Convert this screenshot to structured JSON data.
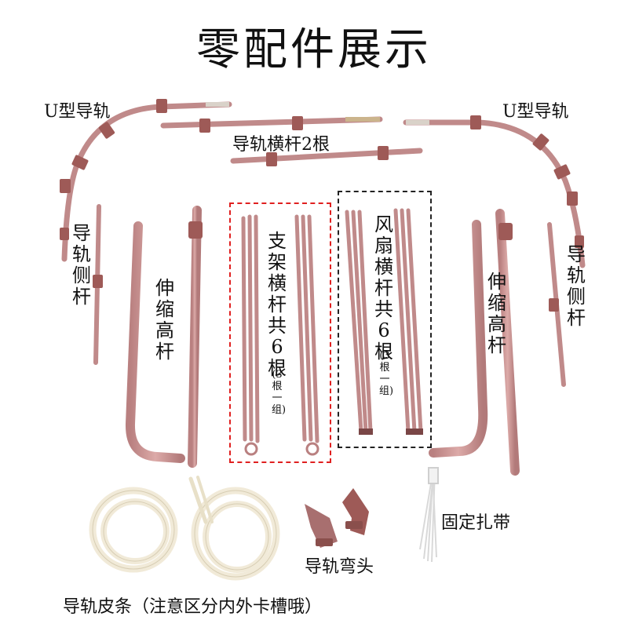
{
  "title": "零配件展示",
  "labels": {
    "u_rail_left": "U型导轨",
    "u_rail_right": "U型导轨",
    "crossbar": "导轨横杆2根",
    "side_rod_left": "导轨侧杆",
    "side_rod_right": "导轨侧杆",
    "telescopic_left": "伸缩高杆",
    "telescopic_right": "伸缩高杆",
    "bracket_bars": "支架横杆共6根",
    "bracket_note": "(3根一组)",
    "fan_bars": "风扇横杆共6根",
    "fan_note": "(3根一组)",
    "zip_ties": "固定扎带",
    "elbows": "导轨弯头",
    "belts": "导轨皮条（注意区分内外卡槽哦）"
  },
  "colors": {
    "rod": "#c99494",
    "rod_dark": "#a86f6f",
    "joint": "#9e5a57",
    "belt": "#f1ead8",
    "belt_edge": "#d7cdb3",
    "red_box": "#e02020",
    "black_box": "#222222"
  }
}
